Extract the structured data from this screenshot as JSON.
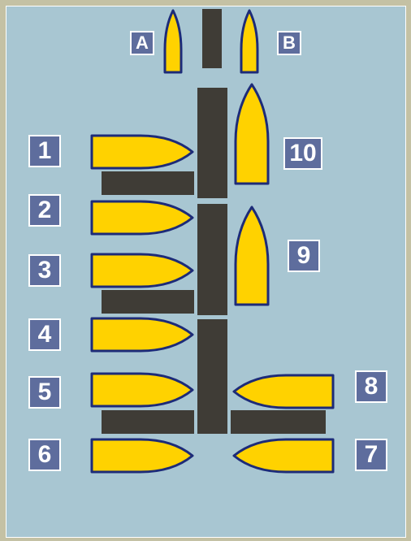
{
  "colors": {
    "frame": "#c4c1a4",
    "water": "#a8c6d2",
    "dock": "#3f3c36",
    "boat_fill": "#ffd200",
    "boat_outline": "#1d2b78",
    "label_bg": "#5e6d9d",
    "label_text": "#ffffff"
  },
  "labels": {
    "A": "A",
    "B": "B",
    "s1": "1",
    "s2": "2",
    "s3": "3",
    "s4": "4",
    "s5": "5",
    "s6": "6",
    "s7": "7",
    "s8": "8",
    "s9": "9",
    "s10": "10"
  },
  "boats": [
    {
      "id": "A",
      "orientation": "vertical",
      "size": "small"
    },
    {
      "id": "B",
      "orientation": "vertical",
      "size": "small"
    },
    {
      "id": "1",
      "orientation": "horizontal",
      "points": "right"
    },
    {
      "id": "2",
      "orientation": "horizontal",
      "points": "right"
    },
    {
      "id": "3",
      "orientation": "horizontal",
      "points": "right"
    },
    {
      "id": "4",
      "orientation": "horizontal",
      "points": "right"
    },
    {
      "id": "5",
      "orientation": "horizontal",
      "points": "right"
    },
    {
      "id": "6",
      "orientation": "horizontal",
      "points": "right"
    },
    {
      "id": "7",
      "orientation": "horizontal",
      "points": "left"
    },
    {
      "id": "8",
      "orientation": "horizontal",
      "points": "left"
    },
    {
      "id": "9",
      "orientation": "vertical",
      "size": "large"
    },
    {
      "id": "10",
      "orientation": "vertical",
      "size": "large"
    }
  ]
}
